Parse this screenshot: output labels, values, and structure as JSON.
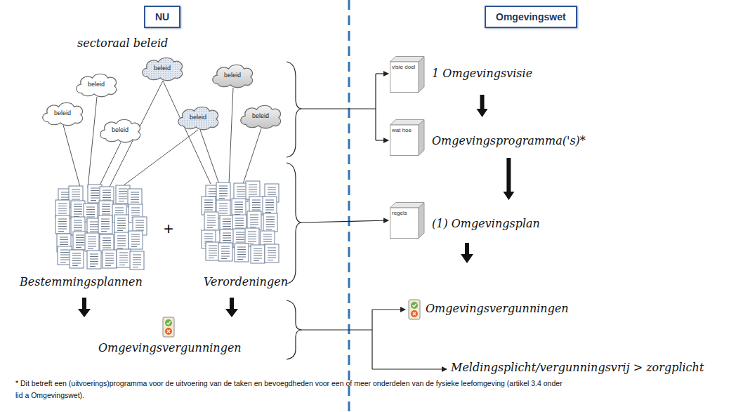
{
  "diagram": {
    "nodes": [
      {
        "text": [
          "NU"
        ]
      },
      {
        "text": [
          "Omgevingswet"
        ]
      },
      {
        "text": [
          "beleid"
        ]
      },
      {
        "text": [
          "beleid"
        ]
      },
      {
        "text": [
          "beleid"
        ]
      },
      {
        "text": [
          "beleid"
        ]
      },
      {
        "text": [
          "beleid"
        ]
      },
      {
        "text": [
          "beleid"
        ]
      },
      {
        "text": [
          "beleid"
        ]
      },
      {
        "text": [
          "visie doel",
          "1 Omgevingsvisie"
        ]
      },
      {
        "text": [
          "wat hoe",
          "Omgevingsprogramma('s)*"
        ]
      },
      {
        "text": [
          "regels",
          "(1) Omgevingsplan"
        ]
      }
    ],
    "edges": [
      {
        "from": 9,
        "to": 10,
        "arrow": "to"
      },
      {
        "from": 10,
        "to": 11,
        "arrow": "to"
      }
    ],
    "labels": [
      "sectoraal beleid",
      "Bestemmingsplannen",
      "+",
      "Verordeningen",
      "Omgevingsvergunningen",
      "Omgevingsvergunningen",
      "Meldingsplicht/vergunningsvrij > zorgplicht",
      "* Dit betreft een (uitvoerings)programma voor de uitvoering van de taken en bevoegdheden voor een of meer onderdelen van de fysieke leefomgeving (artikel 3.4 onder lid a Omgevingswet)."
    ]
  }
}
